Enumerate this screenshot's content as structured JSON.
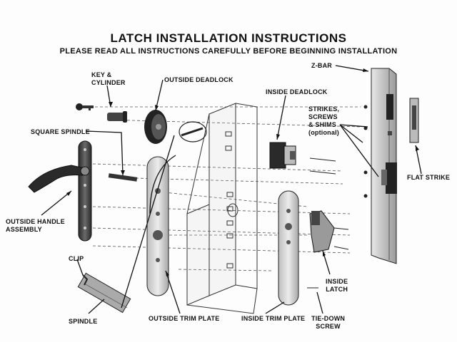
{
  "header": {
    "title": "LATCH INSTALLATION INSTRUCTIONS",
    "subtitle": "PLEASE READ ALL INSTRUCTIONS CAREFULLY BEFORE BEGINNING INSTALLATION"
  },
  "labels": {
    "key_cylinder": "KEY &\nCYLINDER",
    "outside_deadlock": "OUTSIDE DEADLOCK",
    "z_bar": "Z-BAR",
    "inside_deadlock": "INSIDE DEADLOCK",
    "square_spindle": "SQUARE SPINDLE",
    "strikes_screws_shims": "STRIKES,\nSCREWS\n& SHIMS\n(optional)",
    "flat_strike": "FLAT STRIKE",
    "outside_handle": "OUTSIDE HANDLE\nASSEMBLY",
    "clip": "CLIP",
    "spindle": "SPINDLE",
    "outside_trim_plate": "OUTSIDE TRIM PLATE",
    "inside_trim_plate": "INSIDE TRIM PLATE",
    "tie_down_screw": "TIE-DOWN\nSCREW",
    "inside_latch": "INSIDE\nLATCH"
  },
  "colors": {
    "line": "#1a1a1a",
    "metal_dark": "#3a3a3a",
    "metal_mid": "#8a8a8a",
    "metal_light": "#cfcfcf"
  }
}
